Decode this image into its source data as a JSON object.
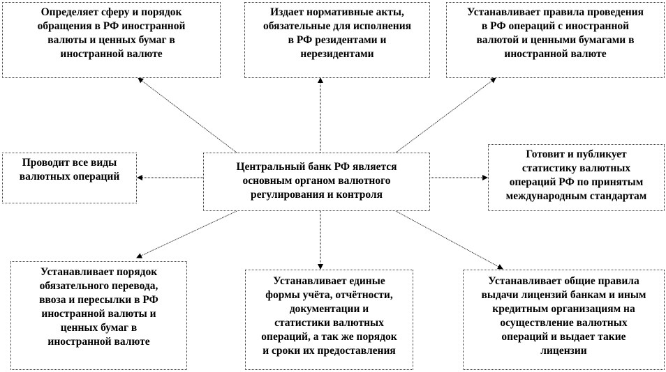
{
  "center": {
    "lines": [
      "Центральный банк РФ является",
      "основным органом валютного",
      "регулирования и контроля"
    ]
  },
  "functions": [
    {
      "id": "top-left",
      "lines": [
        "Определяет сферу и порядок",
        "обращения в РФ иностранной",
        "валюты и ценных бумаг в",
        "иностранной валюте"
      ]
    },
    {
      "id": "top-middle",
      "lines": [
        "Издает нормативные акты,",
        "обязательные для исполнения",
        "в РФ резидентами и",
        "нерезидентами"
      ]
    },
    {
      "id": "top-right",
      "lines": [
        "Устанавливает правила проведения",
        "в РФ операций с иностранной",
        "валютой и ценными бумагами в",
        "иностранной валюте"
      ]
    },
    {
      "id": "middle-left",
      "lines": [
        "Проводит все виды",
        "валютных операций"
      ]
    },
    {
      "id": "middle-right",
      "lines": [
        "Готовит и публикует",
        "статистику валютных",
        "операций РФ по принятым",
        "международным стандартам"
      ]
    },
    {
      "id": "bottom-left",
      "lines": [
        "Устанавливает порядок",
        "обязательного перевода,",
        "ввоза и пересылки в РФ",
        "иностранной валюты и",
        "ценных бумаг в",
        "иностранной валюте"
      ]
    },
    {
      "id": "bottom-middle",
      "lines": [
        "Устанавливает единые",
        "формы учёта, отчётности,",
        "документации и",
        "статистики валютных",
        "операций, а так же порядок",
        "и сроки их предоставления"
      ]
    },
    {
      "id": "bottom-right",
      "lines": [
        "Устанавливает общие правила",
        "выдачи лицензий банкам и иным",
        "кредитным организациям на",
        "осуществление валютных",
        "операций и выдает такие",
        "лицензии"
      ]
    }
  ]
}
